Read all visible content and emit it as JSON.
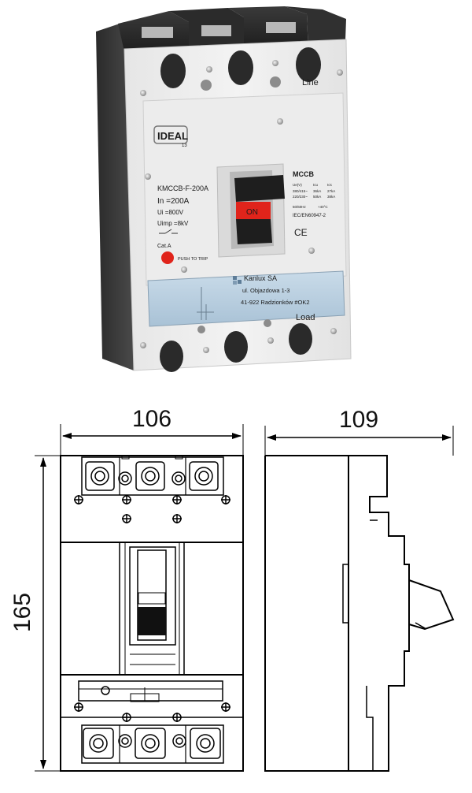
{
  "product": {
    "brand": "IDEAL",
    "brand_sub": "13",
    "model": "KMCCB-F-200A",
    "in_rating": "In =200A",
    "ui_rating": "Ui =800V",
    "uimp_rating": "Uimp =8kV",
    "category": "Cat.A",
    "push_to_trip": "PUSH TO TRIP",
    "type_label": "MCCB",
    "spec_header": [
      "Ue(V)",
      "Icu",
      "Ics"
    ],
    "spec_row1": [
      "380/415~",
      "36kA",
      "27kA"
    ],
    "spec_row2": [
      "220/230~",
      "50kA",
      "38kA"
    ],
    "frequency": "50/60Hz",
    "temperature": "+40°C",
    "standard": "IEC/EN60947-2",
    "ce_mark": "CE",
    "handle_state": "ON",
    "line_label": "Line",
    "load_label": "Load",
    "manufacturer_name": "Kanlux SA",
    "manufacturer_street": "ul. Objazdowa 1-3",
    "manufacturer_city": "41-922 Radzionków #OK2"
  },
  "drawing": {
    "width_dimension": "106",
    "depth_dimension": "109",
    "height_dimension": "165"
  }
}
